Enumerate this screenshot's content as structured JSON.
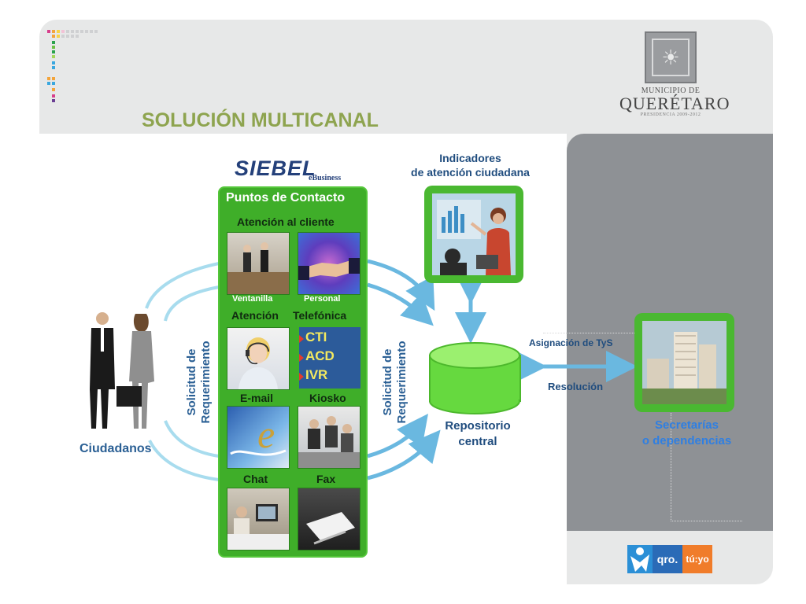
{
  "title": "SOLUCIÓN MULTICANAL",
  "logo": {
    "sub": "MUNICIPIO DE",
    "main": "QUERÉTARO",
    "small": "PRESIDENCIA 2009-2012",
    "seal_icon": "coat-of-arms"
  },
  "siebel": {
    "brand": "SIEBEL",
    "sub": "eBusiness"
  },
  "contact_panel": {
    "header": "Puntos de Contacto",
    "section_cliente": "Atención al cliente",
    "caption_ventanilla": "Ventanilla",
    "caption_personal": "Personal",
    "section_telefonica_a": "Atención",
    "section_telefonica_b": "Telefónica",
    "ivr_items": [
      "CTI",
      "ACD",
      "IVR"
    ],
    "label_email": "E-mail",
    "label_kiosko": "Kiosko",
    "label_chat": "Chat",
    "label_fax": "Fax"
  },
  "ciudadanos": "Ciudadanos",
  "solicitud_left": {
    "line1": "Solicitud de",
    "line2": "Requerimiento"
  },
  "solicitud_right": {
    "line1": "Solicitud de",
    "line2": "Requerimiento"
  },
  "indicadores": {
    "line1": "Indicadores",
    "line2": "de atención ciudadana"
  },
  "repositorio": {
    "line1": "Repositorio",
    "line2": "central"
  },
  "asignacion": "Asignación de TyS",
  "resolucion": "Resolución",
  "secretarias": {
    "line1": "Secretarías",
    "line2": "o dependencias"
  },
  "footer_badge": {
    "left": "qro.",
    "right": "tú:yo"
  },
  "colors": {
    "title": "#8ea44f",
    "panel_green": "#3fae29",
    "label_blue": "#1f4c7e",
    "accent_blue": "#2f7fe2",
    "arrow": "#7fc8e8"
  }
}
